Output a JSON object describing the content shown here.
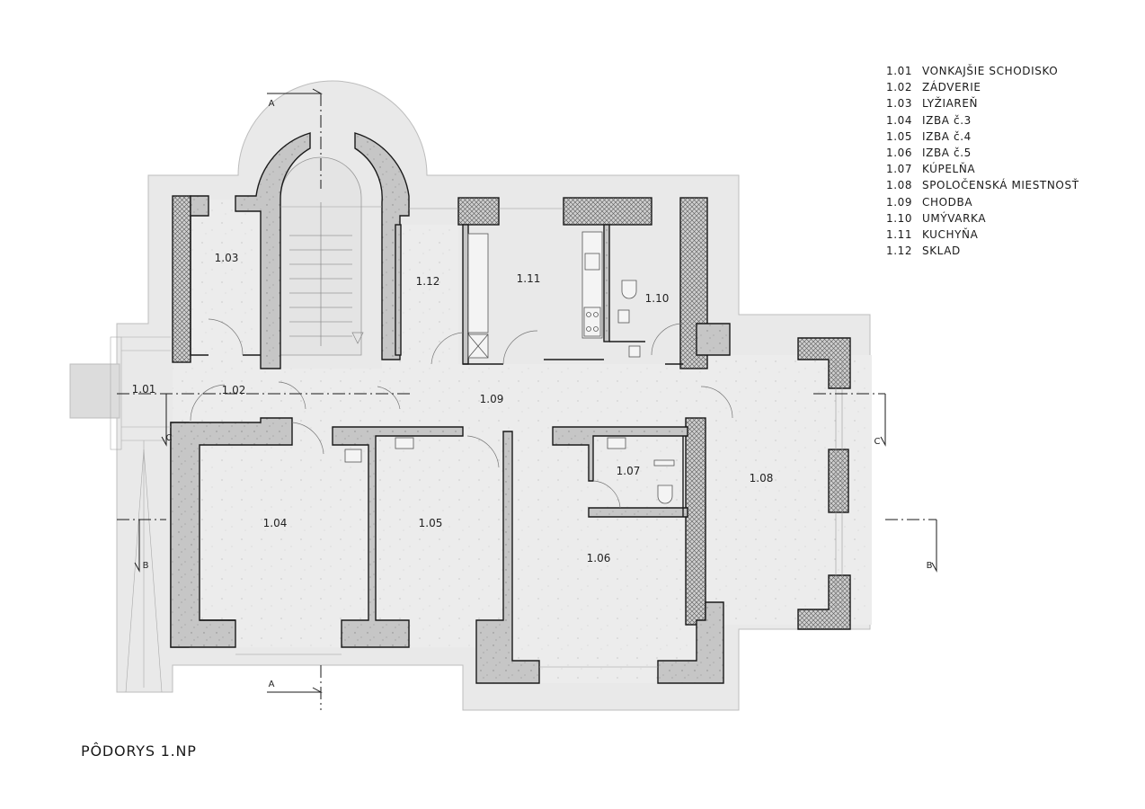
{
  "title": "PÔDORYS 1.NP",
  "legend": [
    {
      "code": "1.01",
      "name": "VONKAJŠIE SCHODISKO"
    },
    {
      "code": "1.02",
      "name": "ZÁDVERIE"
    },
    {
      "code": "1.03",
      "name": "LYŽIAREŇ"
    },
    {
      "code": "1.04",
      "name": "IZBA č.3"
    },
    {
      "code": "1.05",
      "name": "IZBA č.4"
    },
    {
      "code": "1.06",
      "name": "IZBA č.5"
    },
    {
      "code": "1.07",
      "name": "KÚPELŇA"
    },
    {
      "code": "1.08",
      "name": "SPOLOČENSKÁ MIESTNOSŤ"
    },
    {
      "code": "1.09",
      "name": "CHODBA"
    },
    {
      "code": "1.10",
      "name": "UMÝVARKA"
    },
    {
      "code": "1.11",
      "name": "KUCHYŇA"
    },
    {
      "code": "1.12",
      "name": "SKLAD"
    }
  ],
  "rooms": {
    "r101": "1.01",
    "r102": "1.02",
    "r103": "1.03",
    "r104": "1.04",
    "r105": "1.05",
    "r106": "1.06",
    "r107": "1.07",
    "r108": "1.08",
    "r109": "1.09",
    "r110": "1.10",
    "r111": "1.11",
    "r112": "1.12"
  },
  "sections": {
    "a": "A",
    "b": "B",
    "c": "C"
  },
  "colors": {
    "floor": "#ececec",
    "wall": "#c9c9c9",
    "hatch": "#555555",
    "line": "#1a1a1a"
  }
}
